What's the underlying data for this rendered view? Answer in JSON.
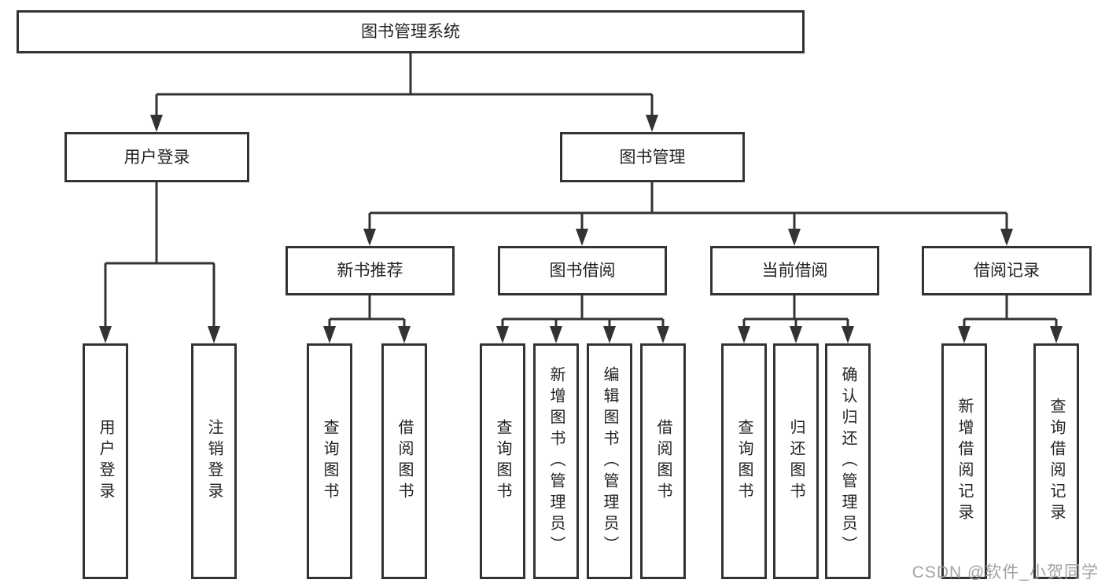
{
  "tree": {
    "root": {
      "label": "图书管理系统"
    },
    "user_login": {
      "label": "用户登录",
      "children": [
        {
          "label": "用户登录"
        },
        {
          "label": "注销登录"
        }
      ]
    },
    "book_mgmt": {
      "label": "图书管理",
      "groups": [
        {
          "label": "新书推荐",
          "children": [
            {
              "label": "查询图书"
            },
            {
              "label": "借阅图书"
            }
          ]
        },
        {
          "label": "图书借阅",
          "children": [
            {
              "label": "查询图书"
            },
            {
              "label": "新增图书（管理员）"
            },
            {
              "label": "编辑图书（管理员）"
            },
            {
              "label": "借阅图书"
            }
          ]
        },
        {
          "label": "当前借阅",
          "children": [
            {
              "label": "查询图书"
            },
            {
              "label": "归还图书"
            },
            {
              "label": "确认归还（管理员）"
            }
          ]
        },
        {
          "label": "借阅记录",
          "children": [
            {
              "label": "新增借阅记录"
            },
            {
              "label": "查询借阅记录"
            }
          ]
        }
      ]
    }
  },
  "colors": {
    "line": "#333333",
    "text": "#222325",
    "watermark": "#a2a2a2",
    "background": "#ffffff"
  },
  "watermark": {
    "text": "CSDN @软件_小贺同学"
  }
}
